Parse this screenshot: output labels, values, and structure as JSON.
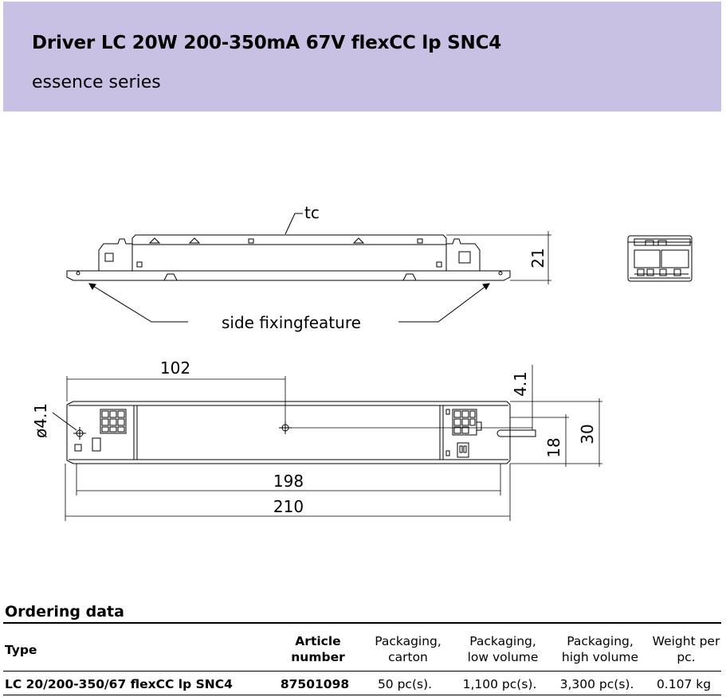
{
  "header": {
    "title": "Driver LC 20W 200-350mA 67V flexCC lp SNC4",
    "subtitle": "essence series"
  },
  "drawing": {
    "labels": {
      "tc": "tc",
      "side_fixing": "side fixingfeature",
      "dim_21": "21",
      "dim_102": "102",
      "dim_4_1": "4.1",
      "dim_dia": "ø4.1",
      "dim_198": "198",
      "dim_210": "210",
      "dim_18": "18",
      "dim_30": "30"
    }
  },
  "ordering": {
    "title": "Ordering data",
    "columns": {
      "type": "Type",
      "article_line1": "Article",
      "article_line2": "number",
      "carton_line1": "Packaging,",
      "carton_line2": "carton",
      "low_line1": "Packaging,",
      "low_line2": "low volume",
      "high_line1": "Packaging,",
      "high_line2": "high volume",
      "weight_line1": "Weight per",
      "weight_line2": "pc."
    },
    "rows": [
      {
        "type": "LC 20/200-350/67 flexCC lp SNC4",
        "article": "87501098",
        "carton": "50 pc(s).",
        "low": "1,100 pc(s).",
        "high": "3,300 pc(s).",
        "weight": "0.107 kg"
      }
    ]
  }
}
